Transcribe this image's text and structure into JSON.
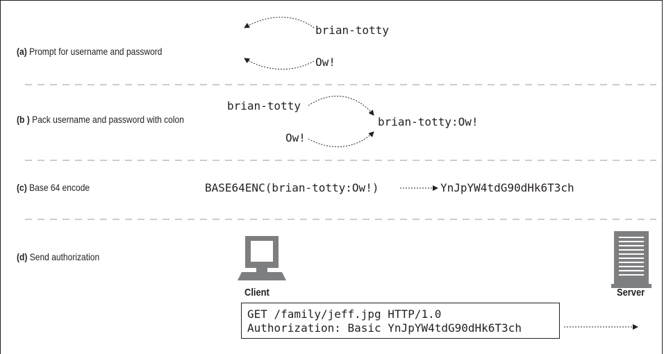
{
  "steps": {
    "a": {
      "tag": "(a)",
      "text": " Prompt for username and password"
    },
    "b": {
      "tag": "(b )",
      "text": " Pack username and password with colon"
    },
    "c": {
      "tag": "(c)",
      "text": " Base 64 encode"
    },
    "d": {
      "tag": "(d)",
      "text": " Send authorization"
    }
  },
  "prompt": {
    "username": "brian-totty",
    "password": "Ow!"
  },
  "pack": {
    "username": "brian-totty",
    "password": "Ow!",
    "combined": "brian-totty:Ow!"
  },
  "encode": {
    "call": "BASE64ENC(brian-totty:Ow!)",
    "result": "YnJpYW4tdG90dHk6T3ch"
  },
  "send": {
    "client_label": "Client",
    "server_label": "Server",
    "request_line": "GET /family/jeff.jpg HTTP/1.0",
    "auth_line": "Authorization: Basic YnJpYW4tdG90dHk6T3ch"
  },
  "colors": {
    "ink": "#231f20",
    "computer_gray": "#7d7e80",
    "divider": "#9a9a9a"
  },
  "icons": [
    "computer-icon",
    "server-icon"
  ]
}
